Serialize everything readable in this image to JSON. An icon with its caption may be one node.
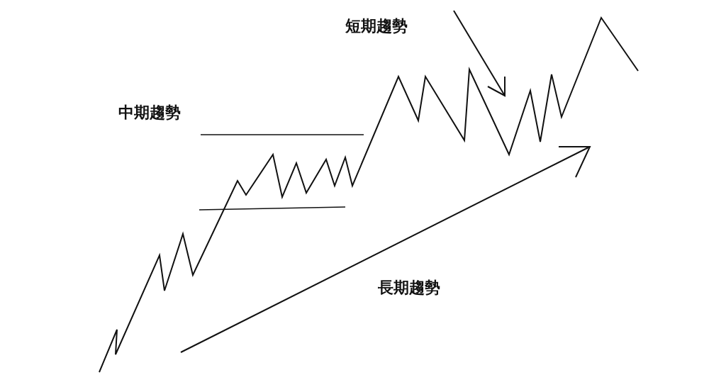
{
  "diagram": {
    "labels": [
      "短期趨勢",
      "中期趨勢",
      "長期趨勢"
    ]
  }
}
